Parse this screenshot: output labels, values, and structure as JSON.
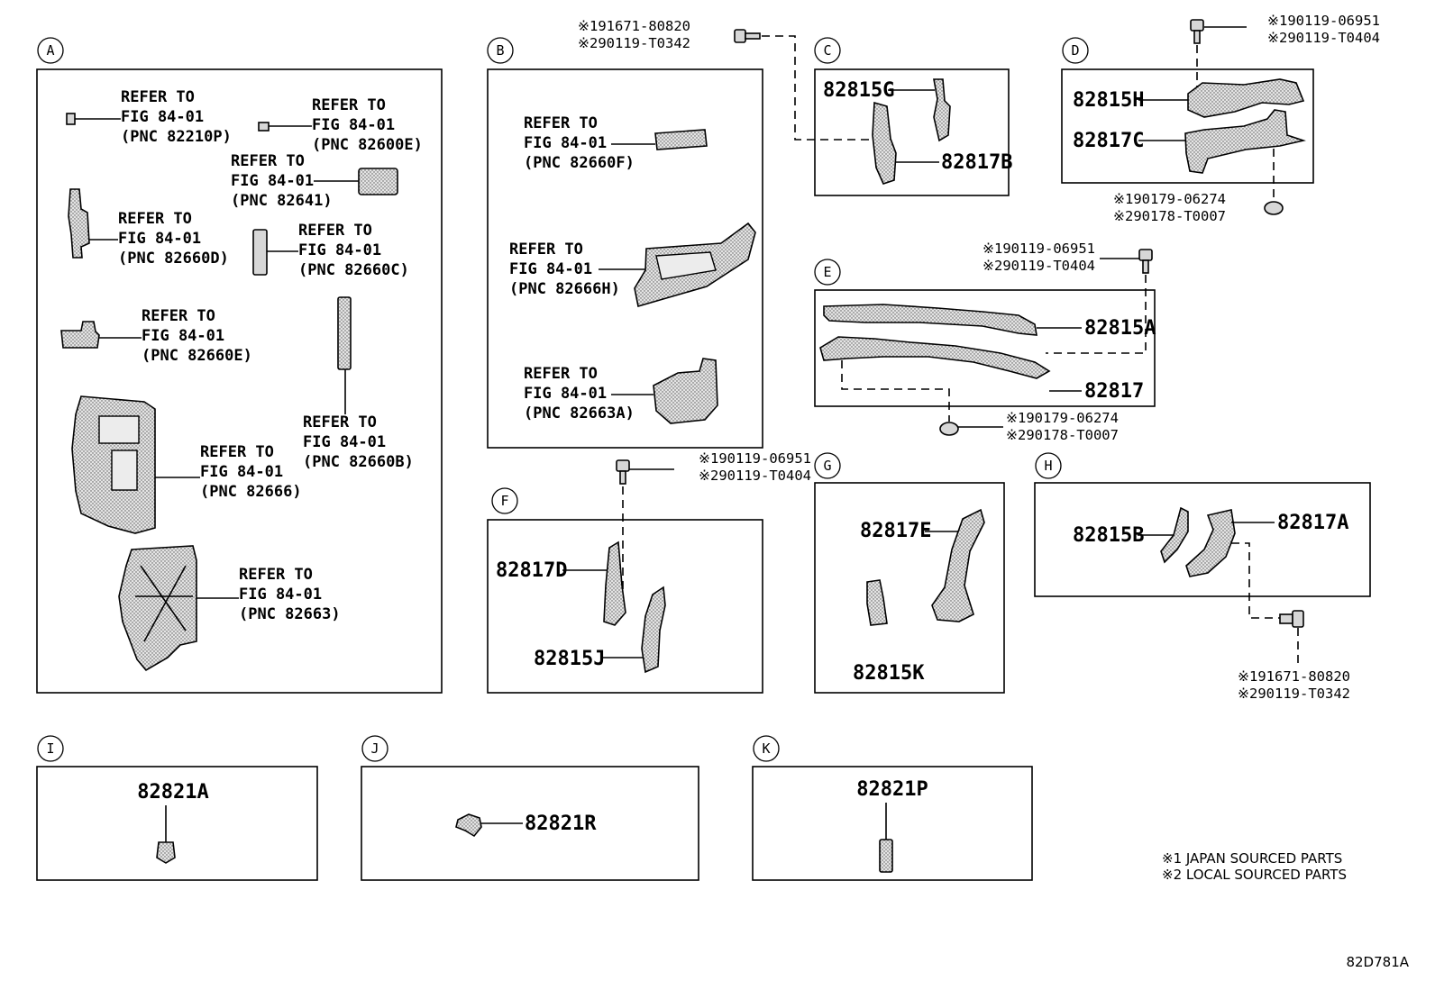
{
  "sections": [
    {
      "id": "A"
    },
    {
      "id": "B"
    },
    {
      "id": "C"
    },
    {
      "id": "D"
    },
    {
      "id": "E"
    },
    {
      "id": "F"
    },
    {
      "id": "G"
    },
    {
      "id": "H"
    },
    {
      "id": "I"
    },
    {
      "id": "J"
    },
    {
      "id": "K"
    }
  ],
  "refer": {
    "refer_to": "REFER TO",
    "fig": "FIG 84-01",
    "a": [
      "(PNC 82210P)",
      "(PNC 82600E)",
      "(PNC 82641)",
      "(PNC 82660D)",
      "(PNC 82660C)",
      "(PNC 82660E)",
      "(PNC 82660B)",
      "(PNC 82666)",
      "(PNC 82663)"
    ],
    "b": [
      "(PNC 82660F)",
      "(PNC 82666H)",
      "(PNC 82663A)"
    ]
  },
  "parts": {
    "c": [
      "82815G",
      "82817B"
    ],
    "d": [
      "82815H",
      "82817C"
    ],
    "e": [
      "82815A",
      "82817"
    ],
    "f": [
      "82817D",
      "82815J"
    ],
    "g": [
      "82817E",
      "82815K"
    ],
    "h": [
      "82815B",
      "82817A"
    ],
    "i": "82821A",
    "j": "82821R",
    "k": "82821P"
  },
  "fasteners": {
    "top_c": [
      "※191671-80820",
      "※290119-T0342"
    ],
    "top_d": [
      "※190119-06951",
      "※290119-T0404"
    ],
    "bottom_d": [
      "※190179-06274",
      "※290178-T0007"
    ],
    "top_e": [
      "※190119-06951",
      "※290119-T0404"
    ],
    "bottom_e": [
      "※190179-06274",
      "※290178-T0007"
    ],
    "top_f": [
      "※190119-06951",
      "※290119-T0404"
    ],
    "bottom_h": [
      "※191671-80820",
      "※290119-T0342"
    ]
  },
  "notes": [
    "※1 JAPAN SOURCED PARTS",
    "※2 LOCAL SOURCED PARTS"
  ],
  "diagram_code": "82D781A"
}
